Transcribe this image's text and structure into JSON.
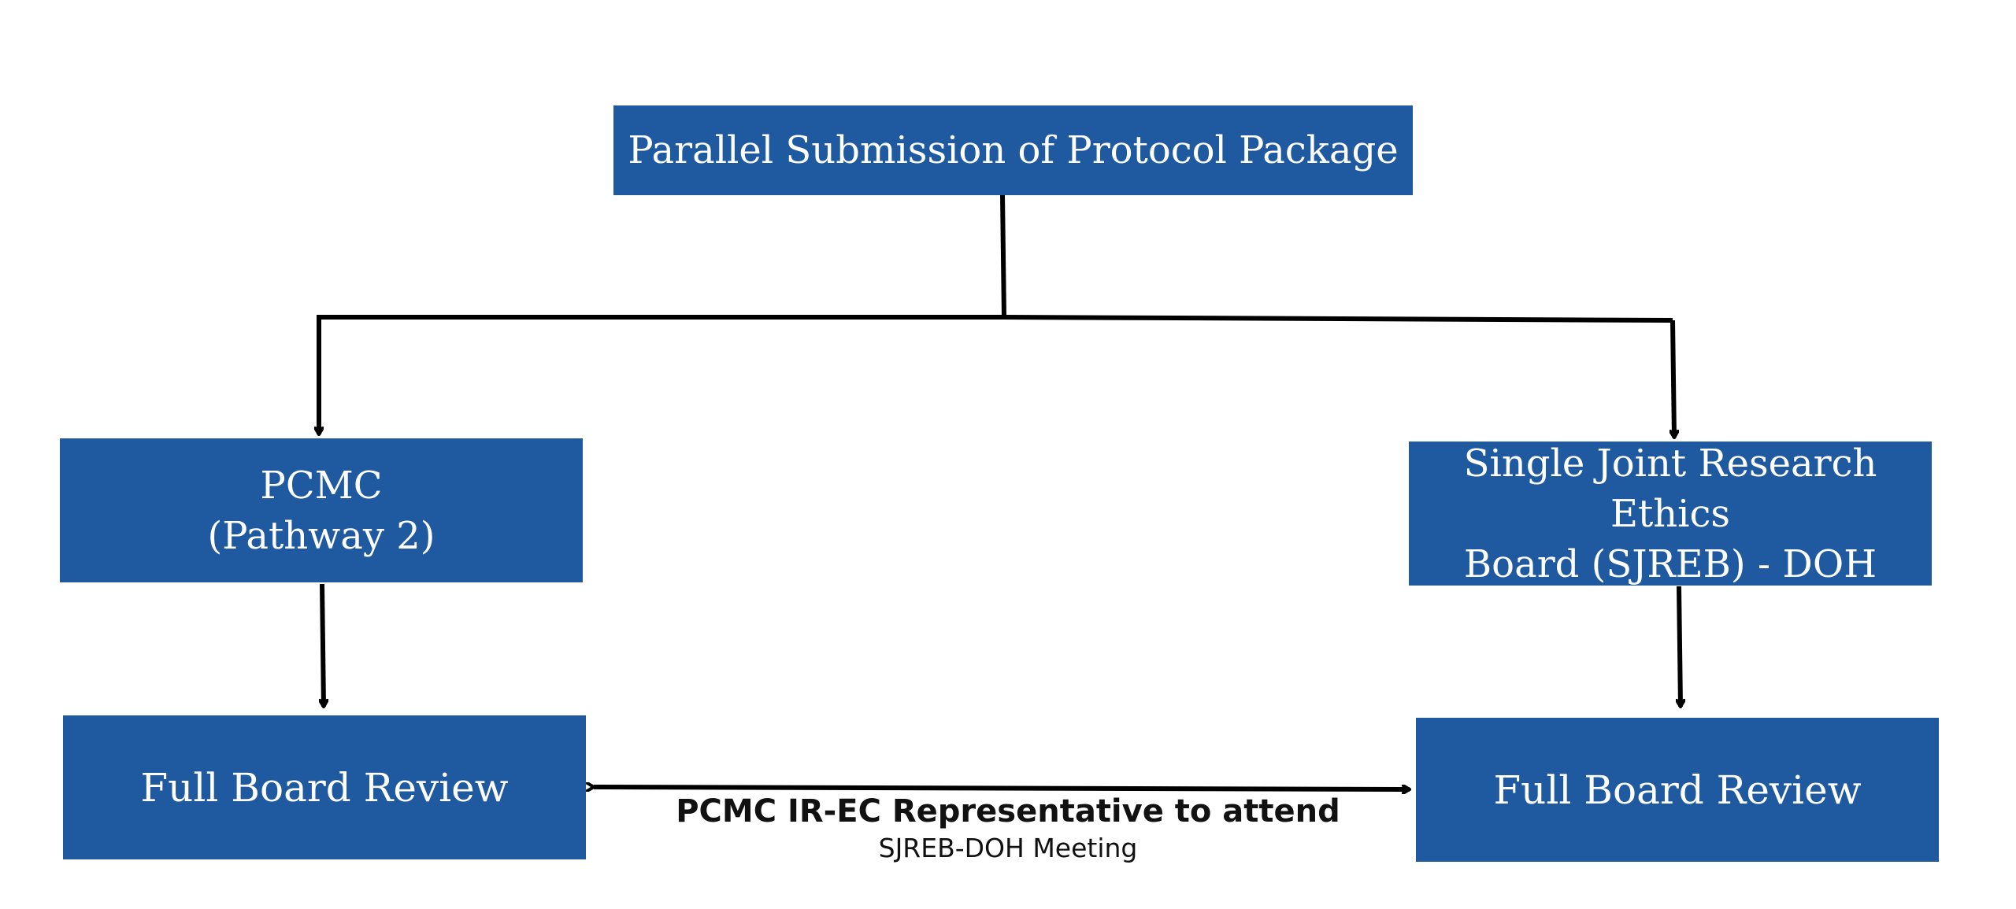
{
  "nodes": {
    "top": {
      "line1": "Parallel Submission of Protocol  Package"
    },
    "pcmc": {
      "line1": "PCMC",
      "line2": "(Pathway 2)"
    },
    "sjreb": {
      "line1": "Single Joint Research Ethics",
      "line2": "Board (SJREB) - DOH"
    },
    "fbr_left": {
      "line1": "Full Board Review"
    },
    "fbr_right": {
      "line1": "Full Board Review"
    }
  },
  "link_label": {
    "line1": "PCMC IR-EC Representative to attend",
    "line2": "SJREB-DOH Meeting"
  },
  "colors": {
    "box_fill": "#1f5aa0",
    "box_text": "#ffffff",
    "connector": "#000000"
  }
}
